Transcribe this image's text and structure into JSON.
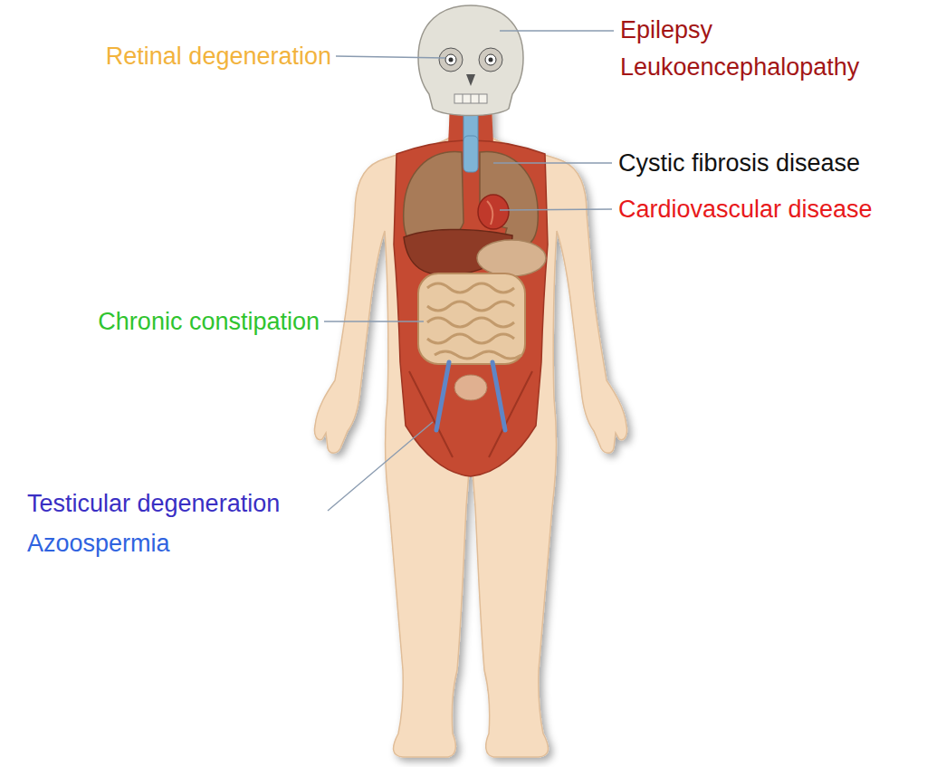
{
  "diagram": {
    "labels": [
      "Retinal degeneration",
      "Epilepsy",
      "Leukoencephalopathy",
      "Cystic fibrosis disease",
      "Cardiovascular disease",
      "Chronic constipation",
      "Testicular degeneration",
      "Azoospermia"
    ]
  }
}
